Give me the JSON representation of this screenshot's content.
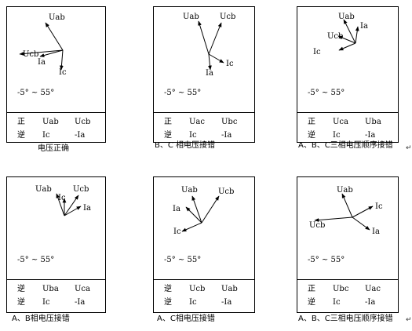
{
  "range_text": "-5° ~ 55°",
  "panels": [
    {
      "caption": "电压正确",
      "labels": [
        "Uab",
        "Ucb",
        "Ia",
        "Ic"
      ],
      "table": [
        [
          "正",
          "Uab",
          "Ucb"
        ],
        [
          "逆",
          "Ic",
          "-Ia"
        ]
      ]
    },
    {
      "caption": "B、C 相电压接错",
      "labels": [
        "Uab",
        "Ucb",
        "Ic",
        "Ia"
      ],
      "table": [
        [
          "正",
          "Uac",
          "Ubc"
        ],
        [
          "逆",
          "Ic",
          "-Ia"
        ]
      ]
    },
    {
      "caption": "A、B、C三相电压顺序接错",
      "labels": [
        "Uab",
        "Ucb",
        "Ic",
        "Ia"
      ],
      "table": [
        [
          "正",
          "Uca",
          "Uba"
        ],
        [
          "逆",
          "Ic",
          "-Ia"
        ]
      ]
    },
    {
      "caption": "A、B相电压接错",
      "labels": [
        "Uab",
        "Ucb",
        "Ic",
        "Ia"
      ],
      "table": [
        [
          "逆",
          "Uba",
          "Uca"
        ],
        [
          "逆",
          "Ic",
          "-Ia"
        ]
      ]
    },
    {
      "caption": "A、C相电压接错",
      "labels": [
        "Uab",
        "Ucb",
        "Ia",
        "Ic"
      ],
      "table": [
        [
          "逆",
          "Ucb",
          "Uab"
        ],
        [
          "逆",
          "Ic",
          "-Ia"
        ]
      ]
    },
    {
      "caption": "A、B、C三相电压顺序接错",
      "labels": [
        "Uab",
        "Ucb",
        "Ic",
        "Ia"
      ],
      "table": [
        [
          "正",
          "Ubc",
          "Uac"
        ],
        [
          "逆",
          "Ic",
          "-Ia"
        ]
      ]
    }
  ],
  "edit_mark": "↵"
}
